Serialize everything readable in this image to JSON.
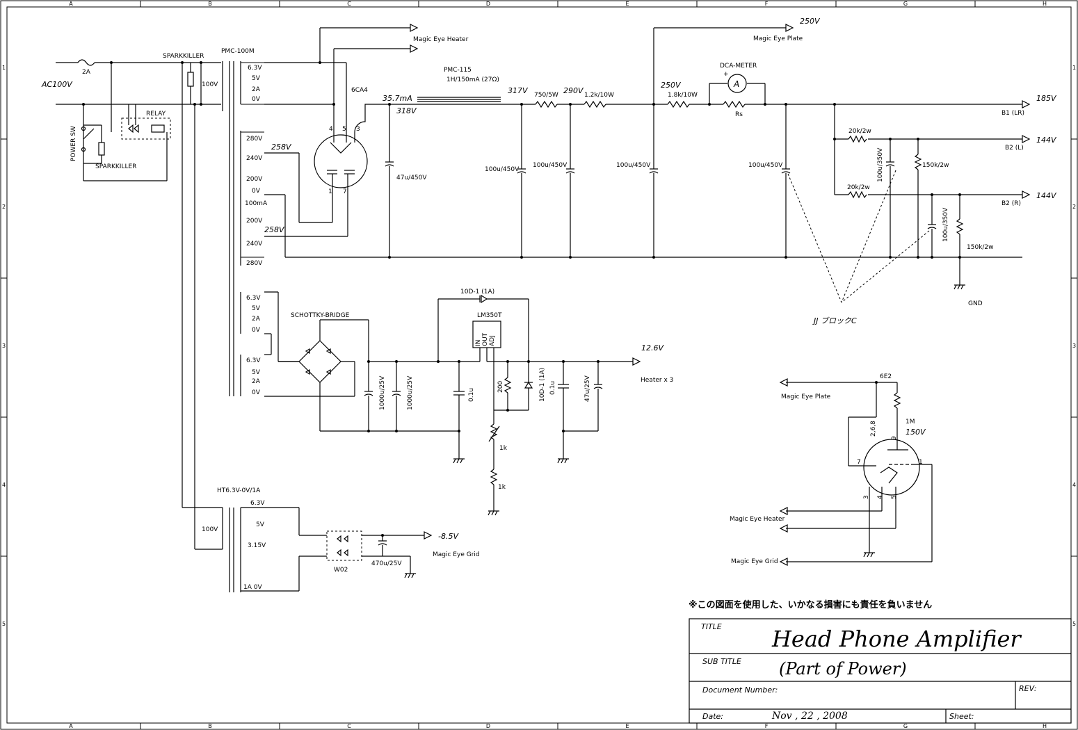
{
  "border": {
    "columns": [
      "A",
      "B",
      "C",
      "D",
      "E",
      "F",
      "G",
      "H"
    ],
    "rows": [
      "1",
      "2",
      "3",
      "4",
      "5"
    ]
  },
  "power_input": {
    "ac": "AC100V",
    "fuse": "2A",
    "sparkkiller_top": "SPARKKILLER",
    "sparkkiller_100v": "100V",
    "relay": "RELAY",
    "power_sw": "POWER SW",
    "sparkkiller_bottom": "SPARKKILLER"
  },
  "main_transformer": {
    "name": "PMC-100M",
    "taps_a": [
      "6.3V",
      "5V",
      "2A",
      "0V"
    ],
    "taps_b": [
      "280V",
      "240V",
      "200V",
      "0V",
      "100mA",
      "200V",
      "240V",
      "280V"
    ],
    "taps_c": [
      "6.3V",
      "5V",
      "2A",
      "0V"
    ],
    "taps_d": [
      "6.3V",
      "5V",
      "2A",
      "0V"
    ]
  },
  "rectifier": {
    "tube": "6CA4",
    "heater_out": "Magic Eye Heater",
    "v258a": "258V",
    "v258b": "258V",
    "pins": [
      "4",
      "5",
      "3",
      "1",
      "7"
    ]
  },
  "filter": {
    "current": "35.7mA",
    "v318": "318V",
    "choke": "PMC-115",
    "choke_spec": "1H/150mA (27Ω)",
    "v317": "317V",
    "r1": "750/5W",
    "v290": "290V",
    "r2": "1.2k/10W",
    "v250": "250V",
    "r3": "1.8k/10W",
    "meter": "DCA-METER",
    "meter_symbol": "A",
    "rs": "Rs",
    "c1": "47u/450V",
    "c2": "100u/450V",
    "c3": "100u/450V",
    "c4": "100u/450V",
    "c5": "100u/450V",
    "plate_v": "250V",
    "plate_label": "Magic Eye Plate"
  },
  "outputs": {
    "b1_v": "185V",
    "b1": "B1 (LR)",
    "r_l": "20k/2w",
    "b2l_v": "144V",
    "b2l": "B2 (L)",
    "c_l": "100u/350V",
    "r_bl": "150k/2w",
    "r_r": "20k/2w",
    "b2r_v": "144V",
    "b2r": "B2 (R)",
    "c_r": "100u/350V",
    "r_br": "150k/2w",
    "gnd": "GND",
    "jj": "JJ ブロックC"
  },
  "heater_supply": {
    "bridge": "SCHOTTKY-BRIDGE",
    "c1": "1000u/25V",
    "c2": "1000u/25V",
    "diode_top": "10D-1 (1A)",
    "reg": "LM350T",
    "reg_pins": [
      "IN",
      "OUT",
      "ADJ"
    ],
    "c01a": "0.1u",
    "r200": "200",
    "diode_side": "10D-1 (1A)",
    "c01b": "0.1u",
    "c47": "47u/25V",
    "vr": "1k",
    "r1k": "1k",
    "v_out": "12.6V",
    "out_label": "Heater x 3"
  },
  "grid_supply": {
    "xfmr": "HT6.3V-0V/1A",
    "primary": "100V",
    "taps": [
      "6.3V",
      "5V",
      "3.15V",
      "1A  0V"
    ],
    "bridge": "W02",
    "cap": "470u/25V",
    "v_out": "-8.5V",
    "out_label": "Magic Eye Grid"
  },
  "magic_eye": {
    "tube": "6E2",
    "r": "1M",
    "v": "150V",
    "plate": "Magic Eye Plate",
    "heater": "Magic Eye Heater",
    "grid": "Magic Eye Grid",
    "pins": [
      "2,6,8",
      "9",
      "7",
      "1",
      "3",
      "4",
      "5"
    ]
  },
  "disclaimer": "※この図面を使用した、いかなる損害にも責任を負いません",
  "title_block": {
    "title_label": "TITLE",
    "title": "Head Phone Amplifier",
    "sub_label": "SUB TITLE",
    "subtitle": "(Part of Power)",
    "docnum_label": "Document Number:",
    "rev_label": "REV:",
    "date_label": "Date:",
    "date": "Nov , 22 , 2008",
    "sheet_label": "Sheet:"
  }
}
